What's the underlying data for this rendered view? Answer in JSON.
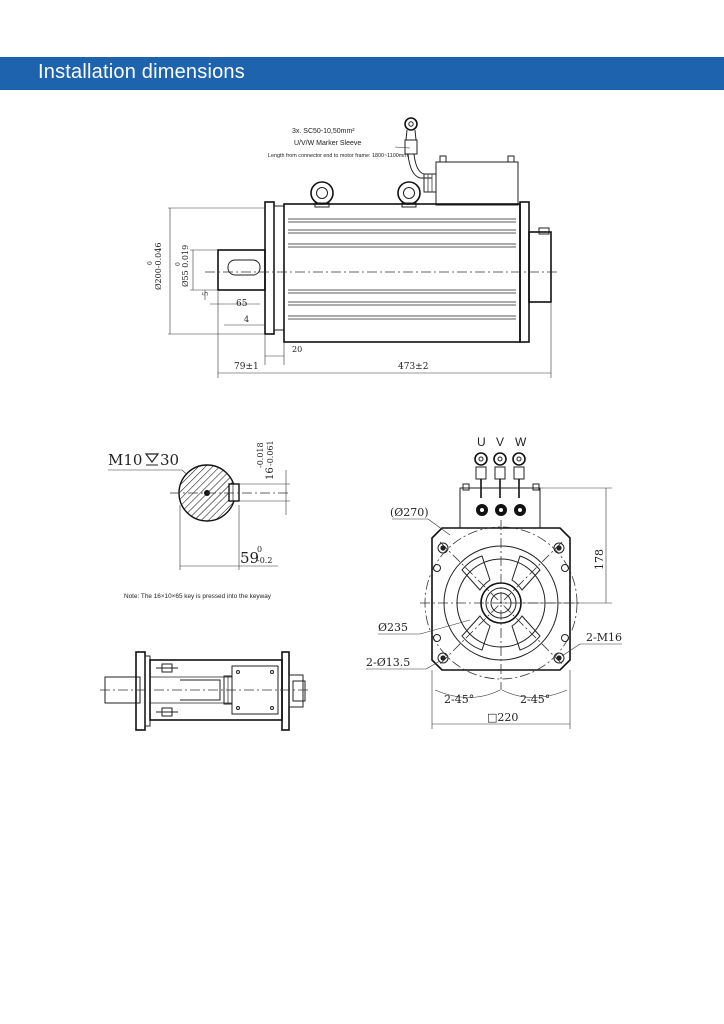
{
  "header": {
    "title": "Installation dimensions",
    "bg_color": "#1d63ad"
  },
  "top_drawing": {
    "cable_spec": "3x.   SC50-10,50mm²",
    "marker_sleeve": "U/V/W Marker Sleeve",
    "cable_length": "Length from connector end to motor frame: 1800~1100mm",
    "dim_flange_dia": "Ø200-0.046",
    "dim_flange_tol_upper": "0",
    "dim_shaft_dia": "Ø55 0.019",
    "dim_shaft_tol_upper": "0",
    "dim_key_offset": "5",
    "dim_key_length": "65",
    "dim_shoulder": "4",
    "dim_flange_thk": "20",
    "dim_shaft_len": "79±1",
    "dim_body_len": "473±2"
  },
  "shaft_section": {
    "thread": "M10",
    "thread_depth": "30",
    "key_width": "16",
    "key_width_tol_upper": "-0.018",
    "key_width_tol_lower": "-0.061",
    "key_height": "59",
    "key_height_tol_upper": "0",
    "key_height_tol_lower": "-0.2",
    "note": "Note: The 16×10×65 key is pressed into the keyway"
  },
  "front_view": {
    "phase_u": "U",
    "phase_v": "V",
    "phase_w": "W",
    "dim_outer_circle": "(Ø270)",
    "dim_height": "178",
    "dim_pcd": "Ø235",
    "dim_holes": "2-Ø13.5",
    "dim_threads": "2-M16",
    "angle_left": "2-45°",
    "angle_right": "2-45°",
    "dim_square": "□220"
  }
}
